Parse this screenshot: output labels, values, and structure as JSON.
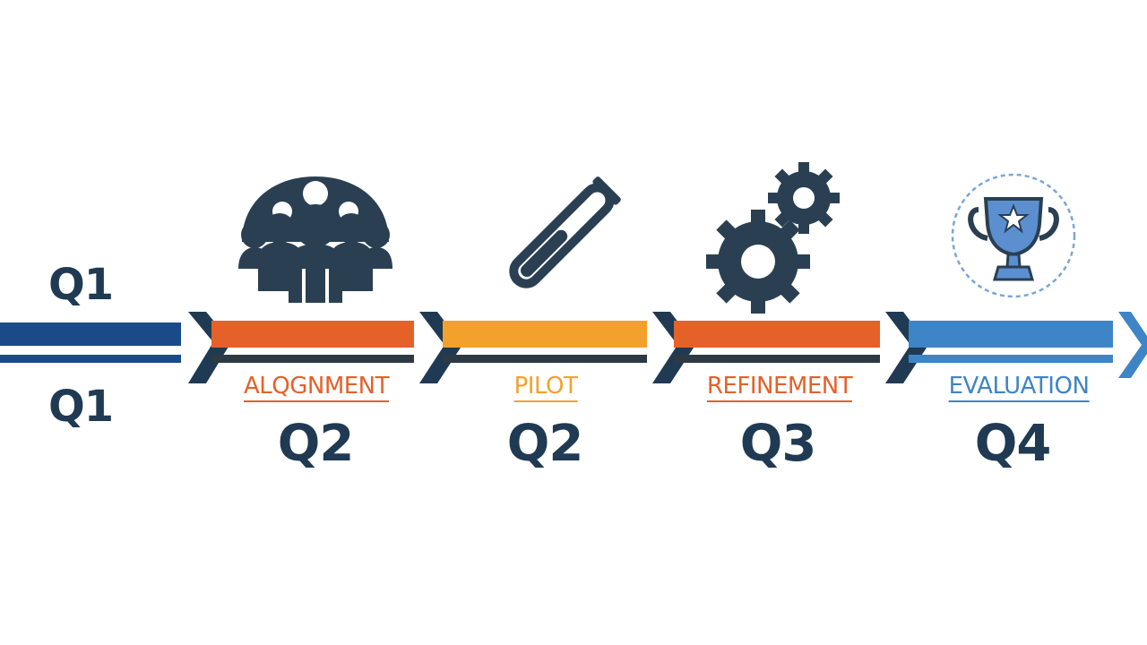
{
  "left_labels": {
    "top": "Q1",
    "bottom": "Q1"
  },
  "stages": [
    {
      "label": "ALQGNMENT",
      "quarter": "Q2",
      "icon": "team-icon",
      "color": "#e4612a"
    },
    {
      "label": "PILOT",
      "quarter": "Q2",
      "icon": "test-tube-icon",
      "color": "#f2a22c"
    },
    {
      "label": "REFINEMENT",
      "quarter": "Q3",
      "icon": "gears-icon",
      "color": "#e4612a"
    },
    {
      "label": "EVALUATION",
      "quarter": "Q4",
      "icon": "trophy-icon",
      "color": "#3d85c6"
    }
  ],
  "colors": {
    "navy": "#1f3a52",
    "lead_bar": "#1a4a8a",
    "orange": "#e4612a",
    "amber": "#f2a22c",
    "blue": "#3d85c6",
    "dark_line": "#2d3a44"
  }
}
